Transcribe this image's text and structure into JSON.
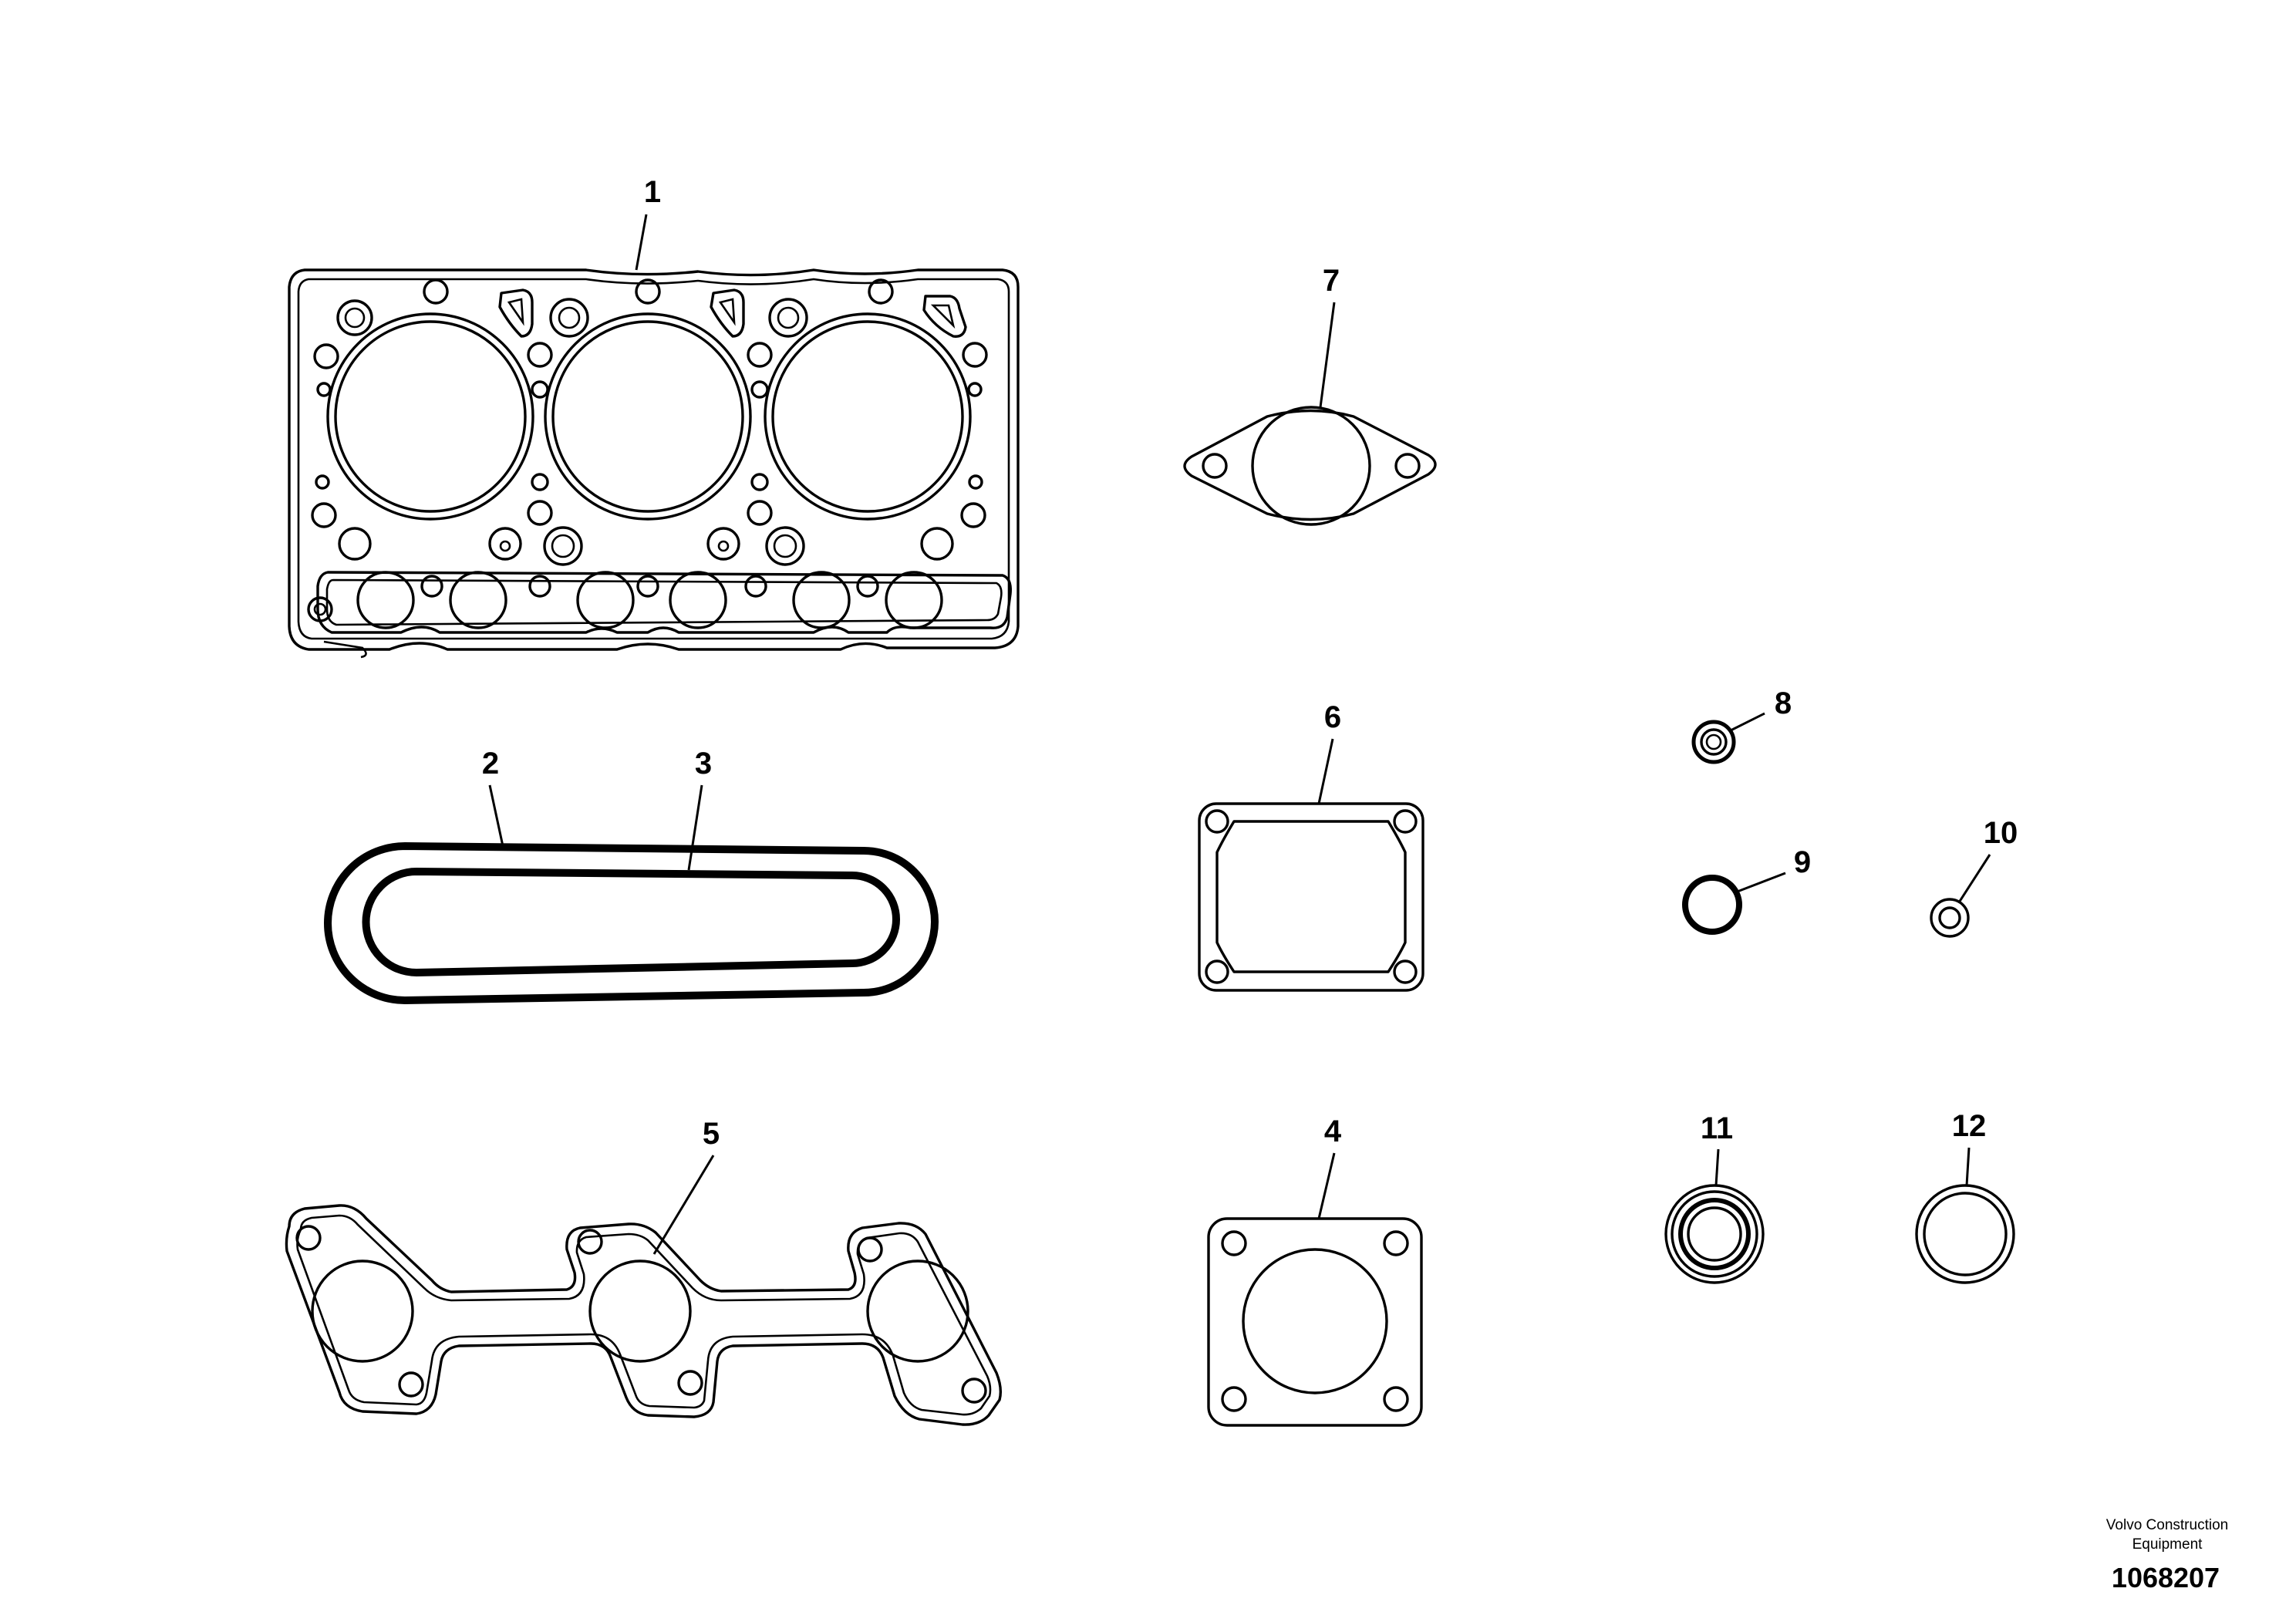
{
  "callouts": {
    "c1": "1",
    "c2": "2",
    "c3": "3",
    "c4": "4",
    "c5": "5",
    "c6": "6",
    "c7": "7",
    "c8": "8",
    "c9": "9",
    "c10": "10",
    "c11": "11",
    "c12": "12"
  },
  "footer": {
    "company_line1": "Volvo Construction",
    "company_line2": "Equipment",
    "drawing_number": "1068207"
  }
}
